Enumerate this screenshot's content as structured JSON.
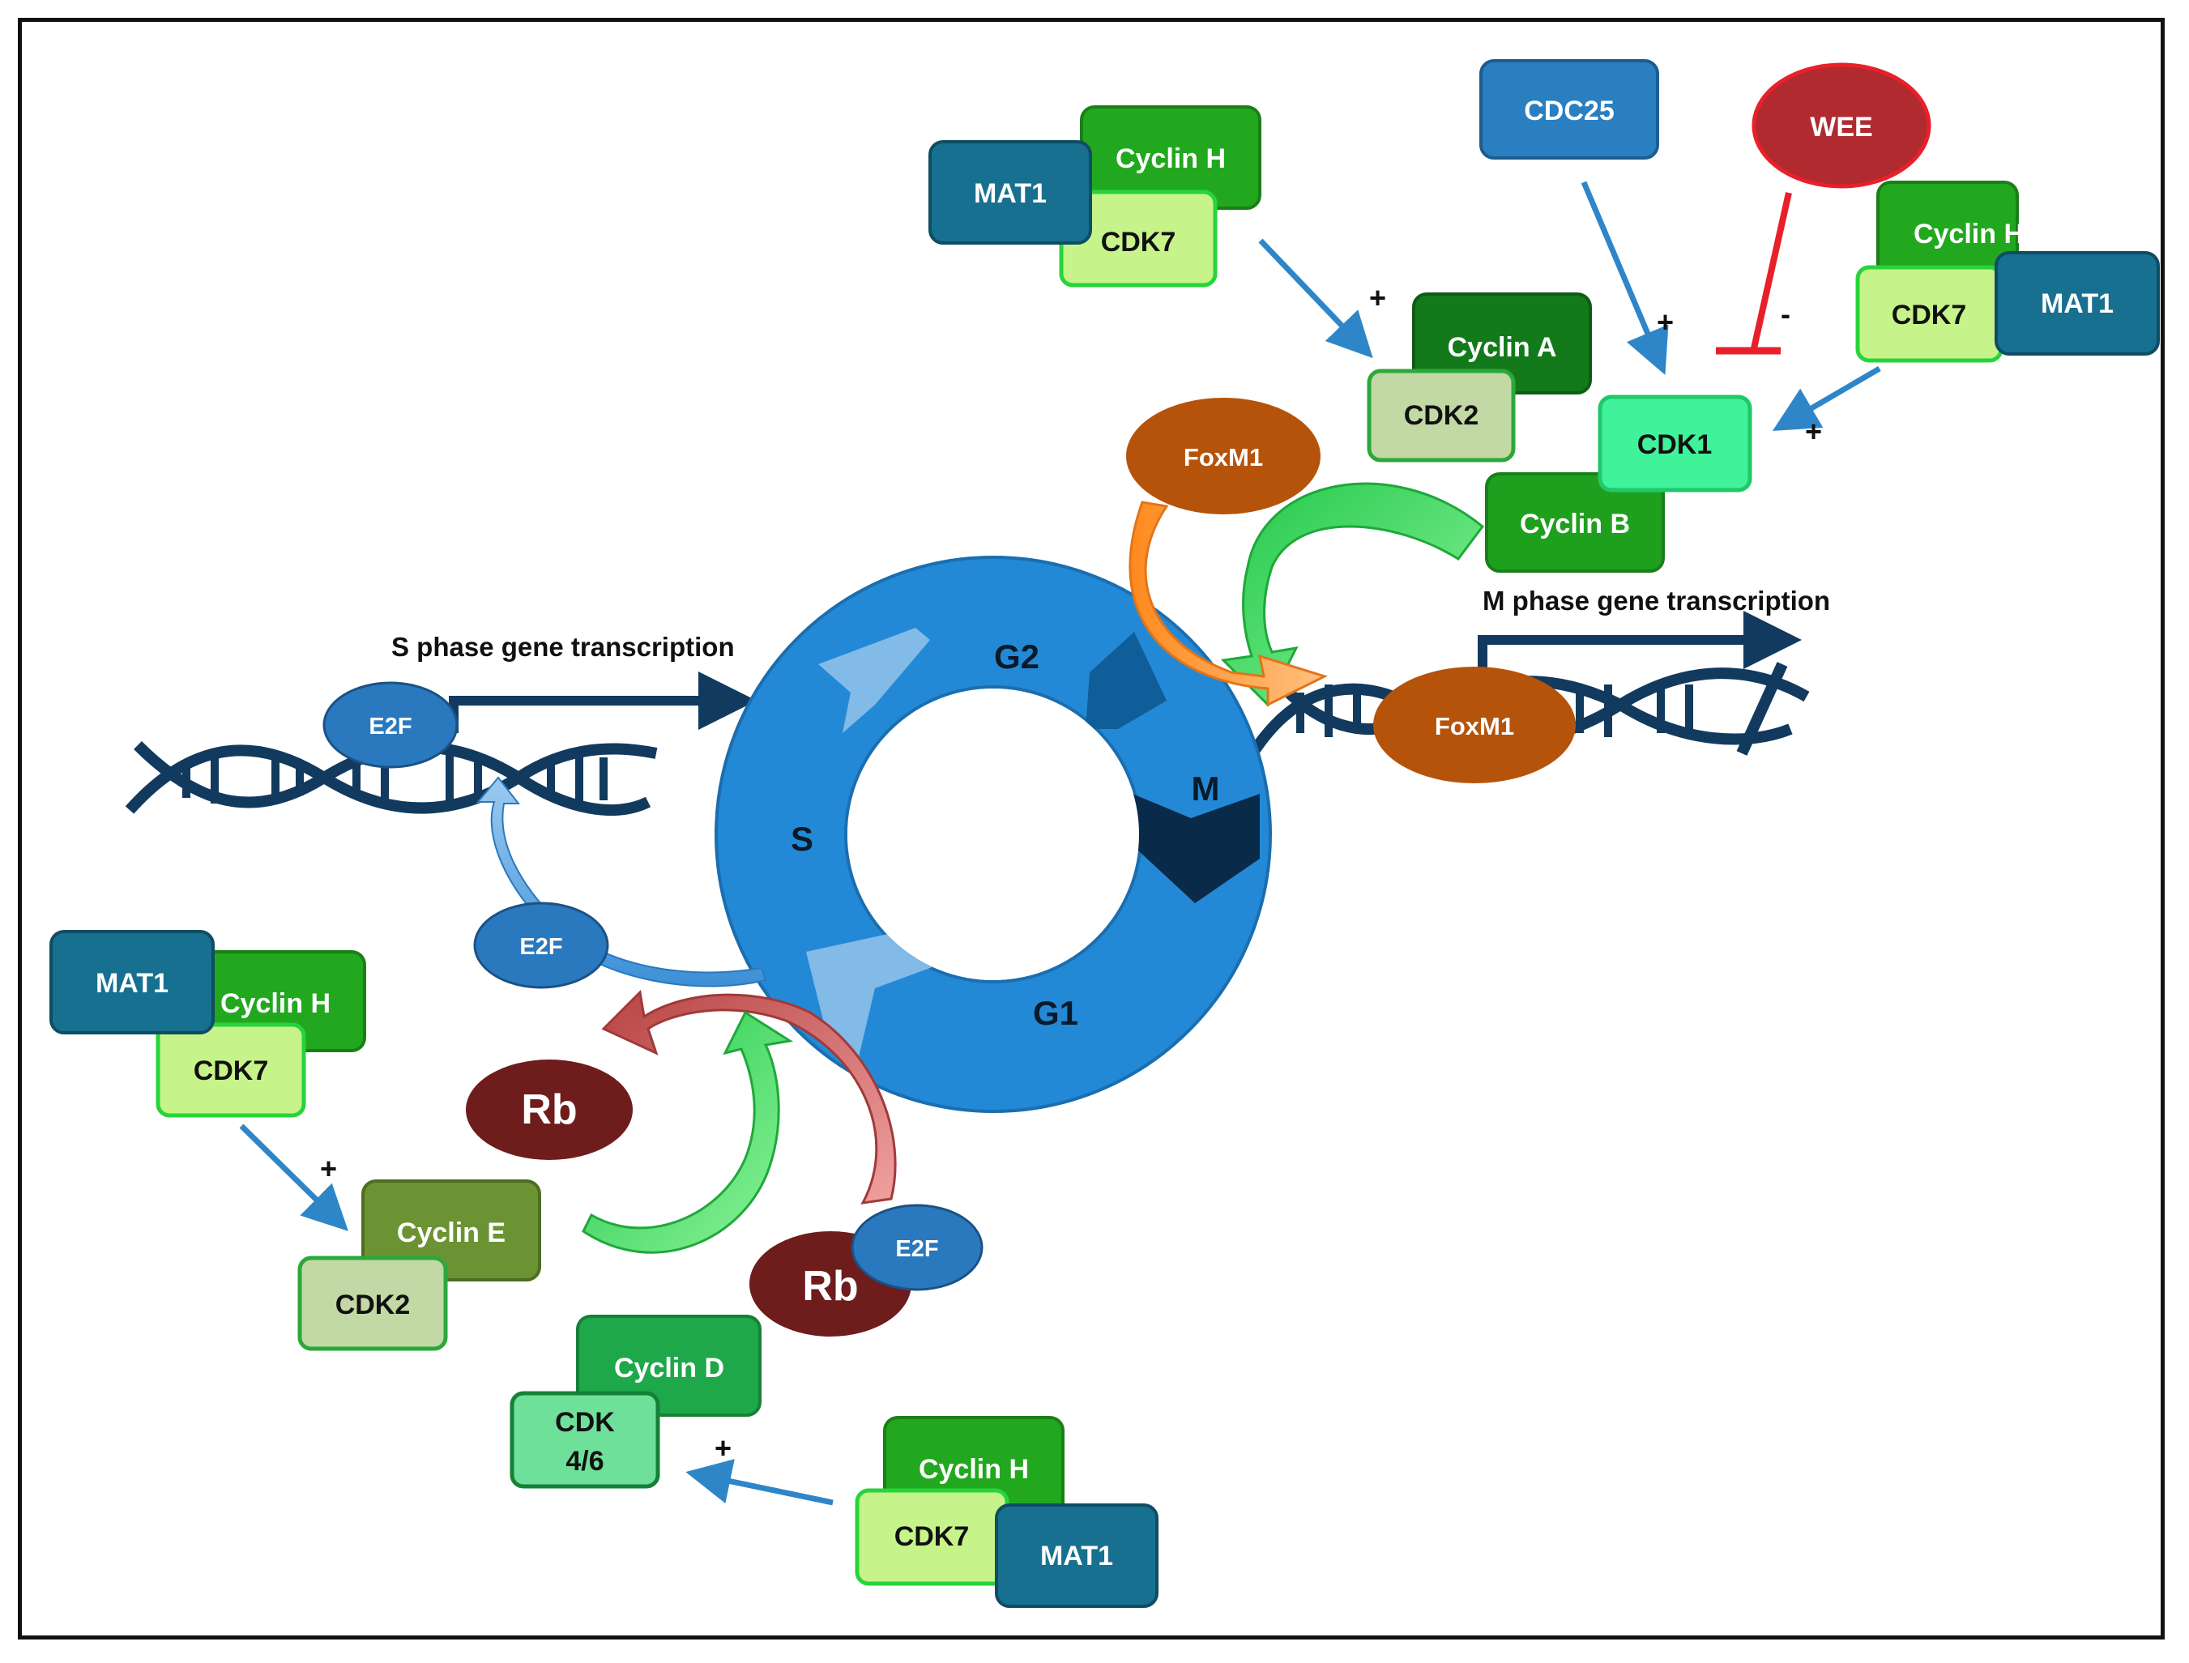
{
  "colors": {
    "arrow_blue": "#2E86C8",
    "inhibit_red": "#E8202A",
    "ring_blue": "#2389D6",
    "ring_dark": "#0A2A4A",
    "dna": "#123A5E",
    "mat1": "#17708F",
    "cyclin_h": "#22A81E",
    "cdk7": "#C6F48A",
    "cyclin_a": "#137A1C",
    "cyclin_e": "#6B9333",
    "cyclin_d": "#1EA84A",
    "cdk2": "#C2D8A5",
    "cdk46": "#6FE09A",
    "cdk1": "#40F29A",
    "cyclin_b": "#1EA01E",
    "foxm1": "#B5530B",
    "rb": "#6E1C1C",
    "e2f": "#2A78BE",
    "cdc25": "#2A7FC1",
    "wee": "#B02A30"
  },
  "phases": {
    "g1": "G1",
    "s": "S",
    "g2": "G2",
    "m": "M"
  },
  "labels": {
    "s_phase_transcription": "S phase gene transcription",
    "m_phase_transcription": "M phase gene transcription",
    "plus": "+",
    "minus": "-"
  },
  "complexes": {
    "top_center": {
      "mat1": "MAT1",
      "cyclin_h": "Cyclin H",
      "cdk7": "CDK7"
    },
    "top_right": {
      "mat1": "MAT1",
      "cyclin_h": "Cyclin H",
      "cdk7": "CDK7"
    },
    "left": {
      "mat1": "MAT1",
      "cyclin_h": "Cyclin H",
      "cdk7": "CDK7"
    },
    "bottom": {
      "mat1": "MAT1",
      "cyclin_h": "Cyclin H",
      "cdk7": "CDK7"
    },
    "cyclin_a_cdk2": {
      "cyclin": "Cyclin A",
      "cdk": "CDK2"
    },
    "cyclin_b_cdk1": {
      "cyclin": "Cyclin B",
      "cdk": "CDK1"
    },
    "cyclin_e_cdk2": {
      "cyclin": "Cyclin E",
      "cdk": "CDK2"
    },
    "cyclin_d_cdk46": {
      "cyclin": "Cyclin D",
      "cdk_line1": "CDK",
      "cdk_line2": "4/6"
    }
  },
  "regulators": {
    "cdc25": "CDC25",
    "wee": "WEE"
  },
  "factors": {
    "foxm1_free": "FoxM1",
    "foxm1_bound": "FoxM1",
    "e2f_on_dna": "E2F",
    "e2f_released": "E2F",
    "e2f_bound": "E2F",
    "rb_free": "Rb",
    "rb_bound": "Rb"
  }
}
